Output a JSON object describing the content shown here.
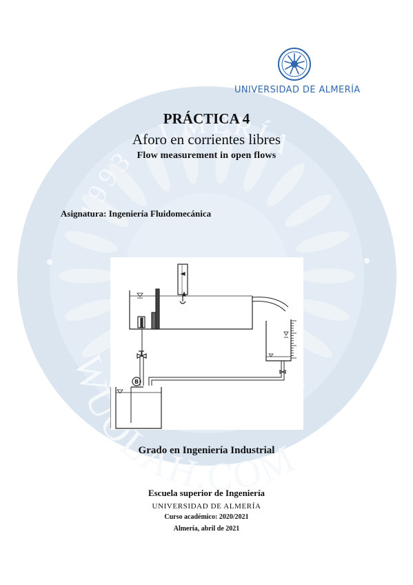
{
  "logo": {
    "institution": "UNIVERSIDAD DE ALMERÍA",
    "color": "#2f68ae"
  },
  "watermark": {
    "color": "#d7e2ee",
    "top_text": "1993 ALMERÍA",
    "bottom_text": "WUOLAH.COM"
  },
  "header": {
    "practice": "PRÁCTICA 4",
    "title_es": "Aforo en corrientes libres",
    "title_en": "Flow measurement in open flows"
  },
  "subject": {
    "label": "Asignatura:",
    "value": "Ingeniería Fluidomecánica"
  },
  "degree": "Grado en Ingeniería Industrial",
  "footer": {
    "school": "Escuela superior de Ingeniería",
    "university": "UNIVERSIDAD DE ALMERÍA",
    "year": "Curso académico: 2020/2021",
    "place_date": "Almería, abril de 2021"
  },
  "diagram": {
    "pump_label": "B"
  }
}
